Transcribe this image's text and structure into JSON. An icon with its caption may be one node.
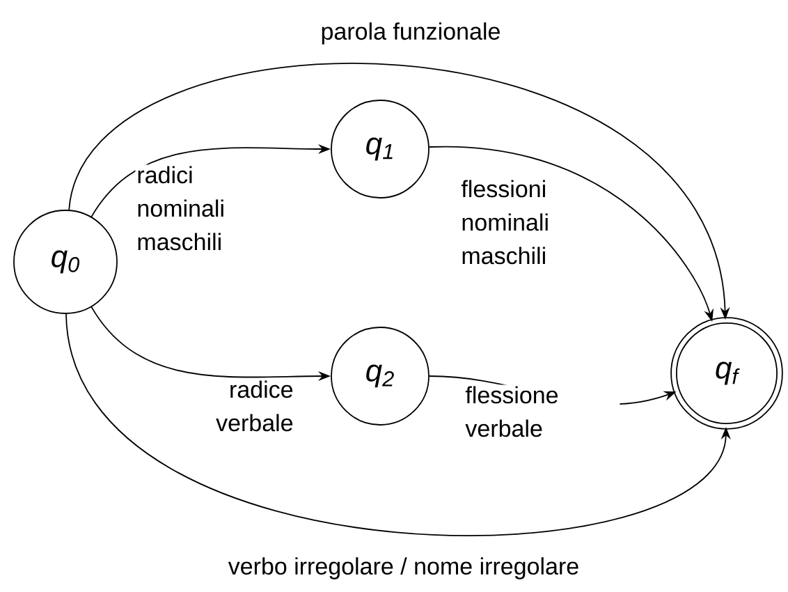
{
  "diagram": {
    "nodes": [
      {
        "text": [
          "q$_{0}$"
        ]
      },
      {
        "text": [
          "q$_{1}$"
        ]
      },
      {
        "text": [
          "q$_{2}$"
        ]
      },
      {
        "text": [
          "q$_{f}$"
        ]
      }
    ],
    "edges": [
      {
        "from": 0,
        "to": 3,
        "arrow": "to",
        "label": "parola funzionale"
      },
      {
        "from": 0,
        "to": 1,
        "arrow": "to",
        "label": "radici nominali maschili"
      },
      {
        "from": 1,
        "to": 3,
        "arrow": "to",
        "label": "flessioni nominali maschili"
      },
      {
        "from": 0,
        "to": 2,
        "arrow": "to",
        "label": "radice verbale"
      },
      {
        "from": 2,
        "to": 3,
        "arrow": "to",
        "label": "flessione verbale"
      },
      {
        "from": 0,
        "to": 3,
        "arrow": "to",
        "label": "verbo irregolare / nome irregolare"
      }
    ]
  }
}
